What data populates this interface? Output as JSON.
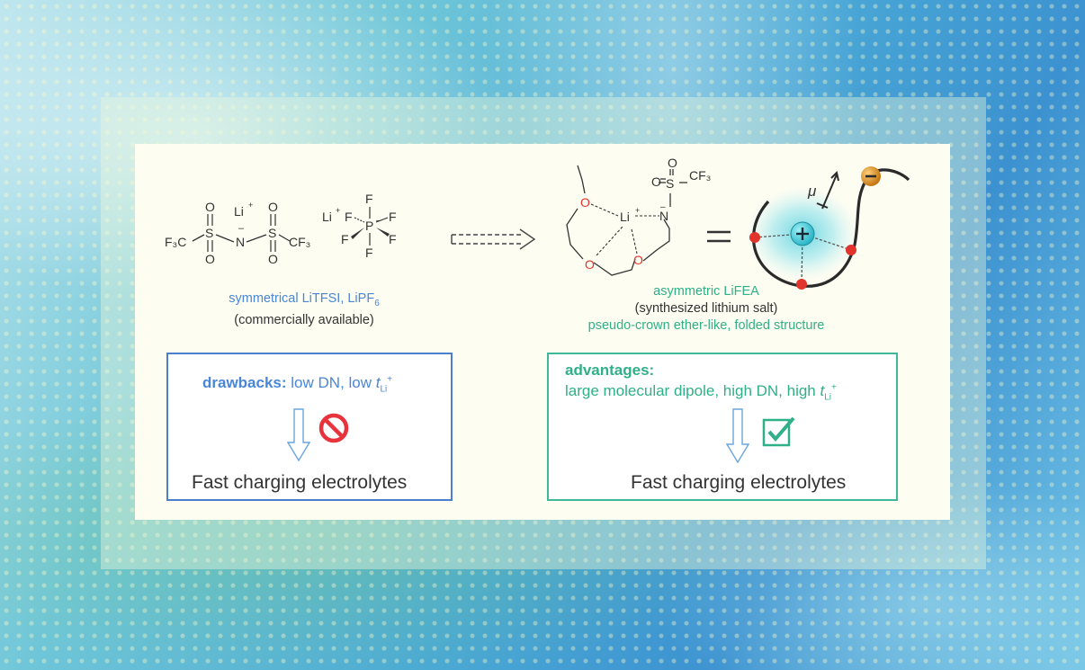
{
  "left": {
    "caption": "symmetrical LiTFSI, LiPF",
    "caption_sub": "6",
    "note": "(commercially available)",
    "drawbacks_label": "drawbacks:",
    "drawbacks_text": "low DN, low",
    "result": "Fast charging electrolytes",
    "atoms": {
      "li": "Li",
      "plus": "+",
      "minus": "–",
      "s": "S",
      "o": "O",
      "n": "N",
      "f": "F",
      "p": "P",
      "f3c": "F₃C",
      "cf3": "CF₃"
    }
  },
  "right": {
    "caption": "asymmetric LiFEA",
    "note": "(synthesized lithium salt)",
    "structure": "pseudo-crown ether-like, folded structure",
    "advantages_label": "advantages:",
    "advantages_text": "large molecular dipole, high DN, high",
    "result": "Fast charging electrolytes",
    "mu": "μ",
    "equals": "="
  },
  "t_symbol": "t",
  "t_sub": "Li",
  "t_sup": "+",
  "colors": {
    "blue": "#4a86d8",
    "green": "#2fb086",
    "red_dot": "#e0342c",
    "anion": "#e09a2a",
    "cation_glow": "#5fd3e0",
    "no_sign": "#e8323c",
    "check": "#2fb086"
  }
}
